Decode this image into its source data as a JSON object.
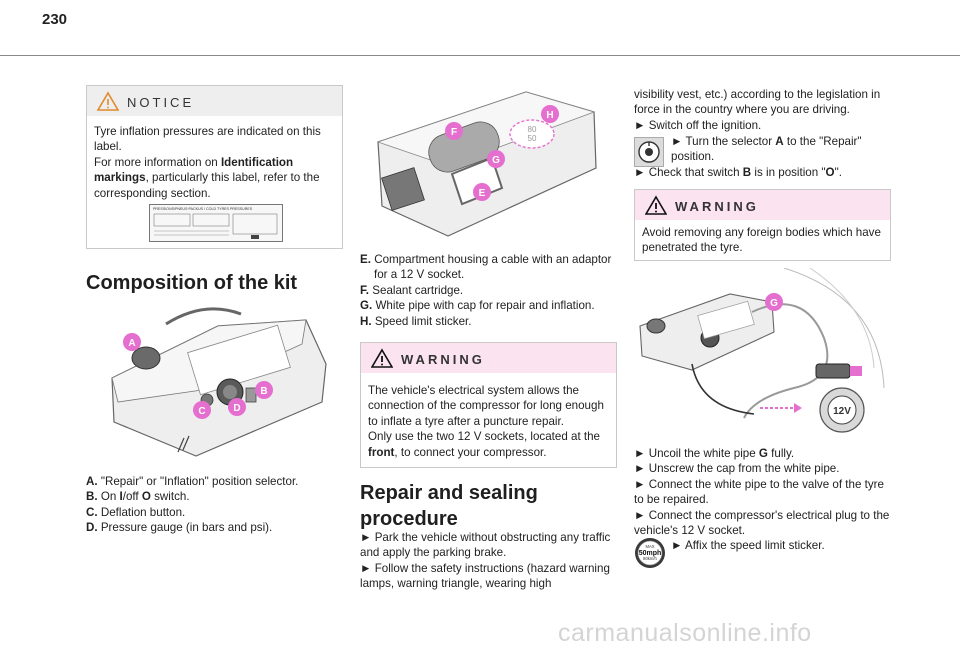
{
  "page_number": "230",
  "notice": {
    "title": "NOTICE",
    "text_1": "Tyre inflation pressures are indicated on this label.",
    "text_2": "For more information on",
    "text_2_bold": "Identification markings",
    "text_2_tail": ", particularly this label, refer to the corresponding section.",
    "label_header": "PRESSIONS/PNEUS·PACKUS / COLD TYRES PRESSURES"
  },
  "composition": {
    "title": "Composition of the kit",
    "callouts": [
      "A",
      "B",
      "C",
      "D"
    ],
    "items": [
      {
        "key": "A.",
        "text": "\"Repair\" or \"Inflation\" position selector."
      },
      {
        "key": "B.",
        "text_pre": "On ",
        "bold1": "I",
        "text_mid": "/off ",
        "bold2": "O",
        "text_post": " switch."
      },
      {
        "key": "C.",
        "text": "Deflation button."
      },
      {
        "key": "D.",
        "text": "Pressure gauge (in bars and psi)."
      }
    ]
  },
  "kit_items": {
    "callouts": [
      "F",
      "H",
      "G",
      "E"
    ],
    "sticker_text": [
      "80",
      "50"
    ],
    "items": [
      {
        "key": "E.",
        "text": "Compartment housing a cable with an adaptor for a 12 V socket."
      },
      {
        "key": "F.",
        "text": "Sealant cartridge."
      },
      {
        "key": "G.",
        "text": "White pipe with cap for repair and inflation."
      },
      {
        "key": "H.",
        "text": "Speed limit sticker."
      }
    ]
  },
  "warning_1": {
    "title": "WARNING",
    "text_1": "The vehicle's electrical system allows the connection of the compressor for long enough to inflate a tyre after a puncture repair.",
    "text_2_pre": "Only use the two 12 V sockets, located at the",
    "text_2_bold": "front",
    "text_2_post": ", to connect your compressor."
  },
  "repair": {
    "title_line1": "Repair and sealing",
    "title_line2": "procedure",
    "steps": [
      "► Park the vehicle without obstructing any traffic and apply the parking brake.",
      "► Follow the safety instructions (hazard warning lamps, warning triangle, wearing high"
    ]
  },
  "col3": {
    "continued": "visibility vest, etc.) according to the legislation in force in the country where you are driving.",
    "step_ignition": "► Switch off the ignition.",
    "step_selector_pre": "► Turn the selector",
    "step_selector_bold": "A",
    "step_selector_post": "to the \"Repair\" position.",
    "step_switch_pre": "► Check that switch",
    "step_switch_bold": "B",
    "step_switch_mid": "is in position \"",
    "step_switch_bold2": "O",
    "step_switch_post": "\"."
  },
  "warning_2": {
    "title": "WARNING",
    "text": "Avoid removing any foreign bodies which have penetrated the tyre."
  },
  "connect": {
    "callout": "G",
    "socket_label": "12V",
    "steps": [
      {
        "pre": "► Uncoil the white pipe ",
        "bold": "G",
        "post": " fully."
      },
      {
        "pre": "► Unscrew the cap from the white pipe.",
        "bold": "",
        "post": ""
      },
      {
        "pre": "► Connect the white pipe to the valve of the tyre to be repaired.",
        "bold": "",
        "post": ""
      },
      {
        "pre": "► Connect the compressor's electrical plug to the vehicle's 12 V socket.",
        "bold": "",
        "post": ""
      }
    ],
    "sticker_step": "► Affix the speed limit sticker.",
    "speed_badge_line1": "MAX",
    "speed_badge_line2": "50mph",
    "speed_badge_line3": "80km/h"
  },
  "watermark": "carmanualsonline.info",
  "colors": {
    "callout": "#e56fcf",
    "warning_header": "#fbe3f0",
    "notice_header": "#eeeeee"
  }
}
